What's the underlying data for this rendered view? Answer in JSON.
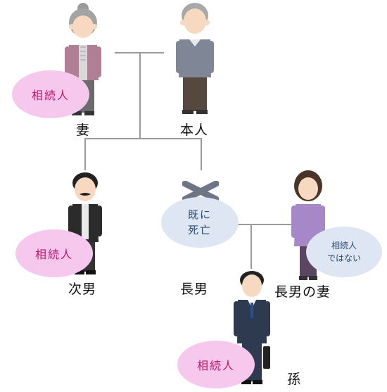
{
  "people": {
    "spouse": {
      "label": "妻",
      "badge": "相続人"
    },
    "self": {
      "label": "本人"
    },
    "second_son": {
      "label": "次男",
      "badge": "相続人"
    },
    "eldest_son": {
      "label": "長男",
      "status": "既に\n死亡"
    },
    "eldest_son_wife": {
      "label": "長男の妻",
      "badge_line1": "相続人",
      "badge_line2": "ではない"
    },
    "grandchild": {
      "label": "孫",
      "badge": "相続人"
    }
  },
  "colors": {
    "heir_badge_bg": "#f7c8ee",
    "heir_badge_text": "#c0186e",
    "info_badge_bg": "#dde6f2",
    "info_badge_text": "#2a4d78",
    "connector": "#9a9a9a"
  }
}
